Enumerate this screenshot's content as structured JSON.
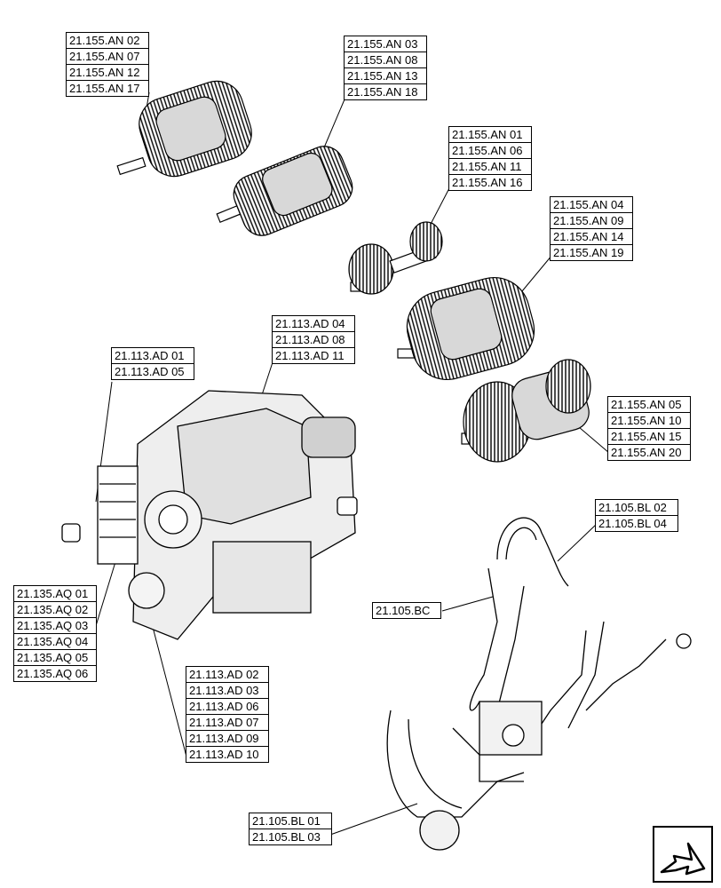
{
  "callouts": {
    "an_a": [
      "21.155.AN 02",
      "21.155.AN 07",
      "21.155.AN 12",
      "21.155.AN 17"
    ],
    "an_b": [
      "21.155.AN 03",
      "21.155.AN 08",
      "21.155.AN 13",
      "21.155.AN 18"
    ],
    "an_c": [
      "21.155.AN 01",
      "21.155.AN 06",
      "21.155.AN 11",
      "21.155.AN 16"
    ],
    "an_d": [
      "21.155.AN 04",
      "21.155.AN 09",
      "21.155.AN 14",
      "21.155.AN 19"
    ],
    "an_e": [
      "21.155.AN 05",
      "21.155.AN 10",
      "21.155.AN 15",
      "21.155.AN 20"
    ],
    "ad_top": [
      "21.113.AD 04",
      "21.113.AD 08",
      "21.113.AD 11"
    ],
    "ad_left": [
      "21.113.AD 01",
      "21.113.AD 05"
    ],
    "aq": [
      "21.135.AQ 01",
      "21.135.AQ 02",
      "21.135.AQ 03",
      "21.135.AQ 04",
      "21.135.AQ 05",
      "21.135.AQ 06"
    ],
    "ad_bottom": [
      "21.113.AD 02",
      "21.113.AD 03",
      "21.113.AD 06",
      "21.113.AD 07",
      "21.113.AD 09",
      "21.113.AD 10"
    ],
    "bl_top": [
      "21.105.BL 02",
      "21.105.BL 04"
    ],
    "bc": [
      "21.105.BC"
    ],
    "bl_bottom": [
      "21.105.BL 01",
      "21.105.BL 03"
    ]
  },
  "icons": {
    "navigation": "next-page-arrow-icon"
  }
}
